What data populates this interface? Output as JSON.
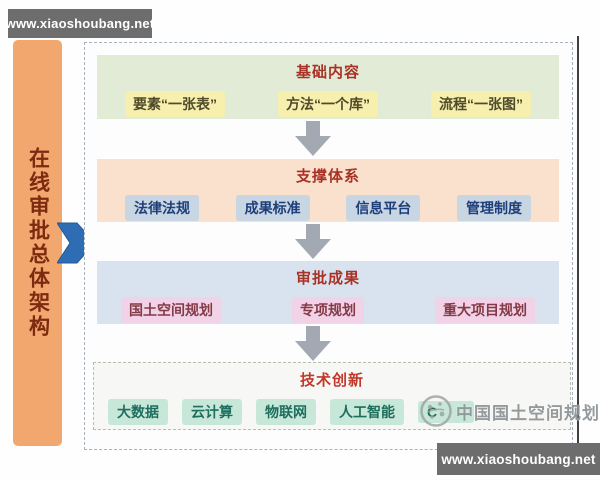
{
  "watermarks": {
    "top_bar": "www.xiaoshoubang.net",
    "bottom_bar": "www.xiaoshoubang.net",
    "logo_text": "中国国土空间规划"
  },
  "sidebar": {
    "title": "在线审批总体架构"
  },
  "diagram": {
    "sections": [
      {
        "title": "基础内容",
        "items": [
          "要素“一张表”",
          "方法“一个库”",
          "流程“一张图”"
        ]
      },
      {
        "title": "支撑体系",
        "items": [
          "法律法规",
          "成果标准",
          "信息平台",
          "管理制度"
        ]
      },
      {
        "title": "审批成果",
        "items": [
          "国土空间规划",
          "专项规划",
          "重大项目规划"
        ]
      },
      {
        "title": "技术创新",
        "items": [
          "大数据",
          "云计算",
          "物联网",
          "人工智能",
          "C"
        ]
      }
    ]
  },
  "colors": {
    "bar_gray": "#6d6d6d",
    "sidebar_orange": "#f2a76e",
    "sidebar_text": "#7c2a10",
    "arrow_blue": "#2e6cb4",
    "section1_bg": "#e2ebd6",
    "section2_bg": "#fae1cd",
    "section3_bg": "#d9e3ef",
    "section4_bg": "#f7f8f5",
    "title_red": "#a93226",
    "badge_yellow": "#f6efae",
    "badge_blue": "#c8d5e3",
    "badge_pink": "#f1d2e6",
    "badge_green": "#c7e7d9",
    "down_arrow_gray": "#a3a9b3"
  }
}
